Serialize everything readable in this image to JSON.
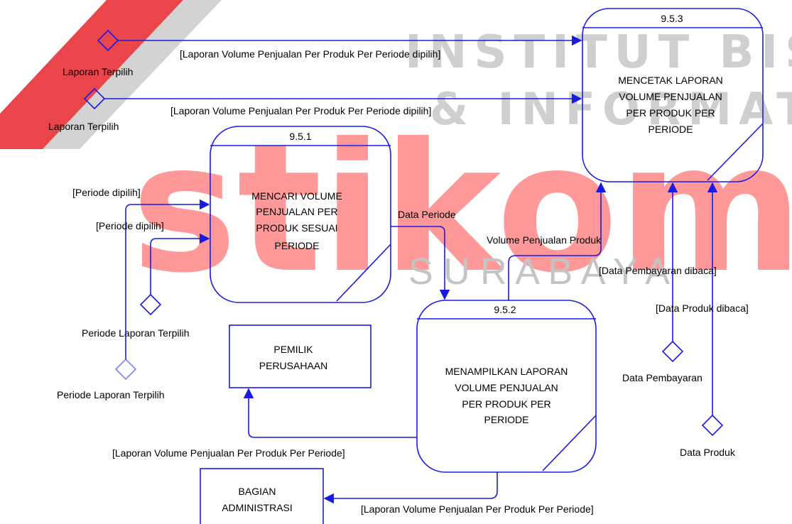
{
  "watermark": {
    "line1": "INSTITUT BISNIS",
    "line2": "& INFORMATIKA",
    "brand": "stikom",
    "city": "S U R A B A Y A",
    "colors": {
      "red": "#e6252b",
      "gray": "#c8c8c8"
    }
  },
  "processes": {
    "p951": {
      "number": "9.5.1",
      "lines": [
        "MENCARI VOLUME",
        "PENJUALAN PER",
        "PRODUK SESUAI",
        "PERIODE"
      ]
    },
    "p952": {
      "number": "9.5.2",
      "lines": [
        "MENAMPILKAN LAPORAN",
        "VOLUME PENJUALAN",
        "PER PRODUK PER",
        "PERIODE"
      ]
    },
    "p953": {
      "number": "9.5.3",
      "lines": [
        "MENCETAK LAPORAN",
        "VOLUME PENJUALAN",
        "PER PRODUK PER",
        "PERIODE"
      ]
    }
  },
  "entities": {
    "pemilik": {
      "lines": [
        "PEMILIK",
        "PERUSAHAAN"
      ]
    },
    "bagian": {
      "lines": [
        "BAGIAN",
        "ADMINISTRASI"
      ]
    }
  },
  "connectors": {
    "laporan1": "Laporan Terpilih",
    "laporan2": "Laporan Terpilih",
    "periode1": "Periode Laporan Terpilih",
    "periode2": "Periode Laporan Terpilih",
    "pembayaran": "Data Pembayaran",
    "produk": "Data Produk"
  },
  "flows": {
    "laporan_dipilih_1": "[Laporan Volume Penjualan Per Produk Per Periode dipilih]",
    "laporan_dipilih_2": "[Laporan Volume Penjualan Per Produk Per Periode dipilih]",
    "periode_dipilih_1": "[Periode dipilih]",
    "periode_dipilih_2": "[Periode dipilih]",
    "data_periode": "Data Periode",
    "volume_penjualan_produk": "Volume Penjualan Produk",
    "pembayaran_dibaca": "[Data Pembayaran dibaca]",
    "produk_dibaca": "[Data Produk dibaca]",
    "laporan_pemilik": "[Laporan Volume Penjualan Per Produk Per Periode]",
    "laporan_bagian": "[Laporan Volume Penjualan Per Produk Per Periode]"
  },
  "line_color": "#1a1ae6"
}
